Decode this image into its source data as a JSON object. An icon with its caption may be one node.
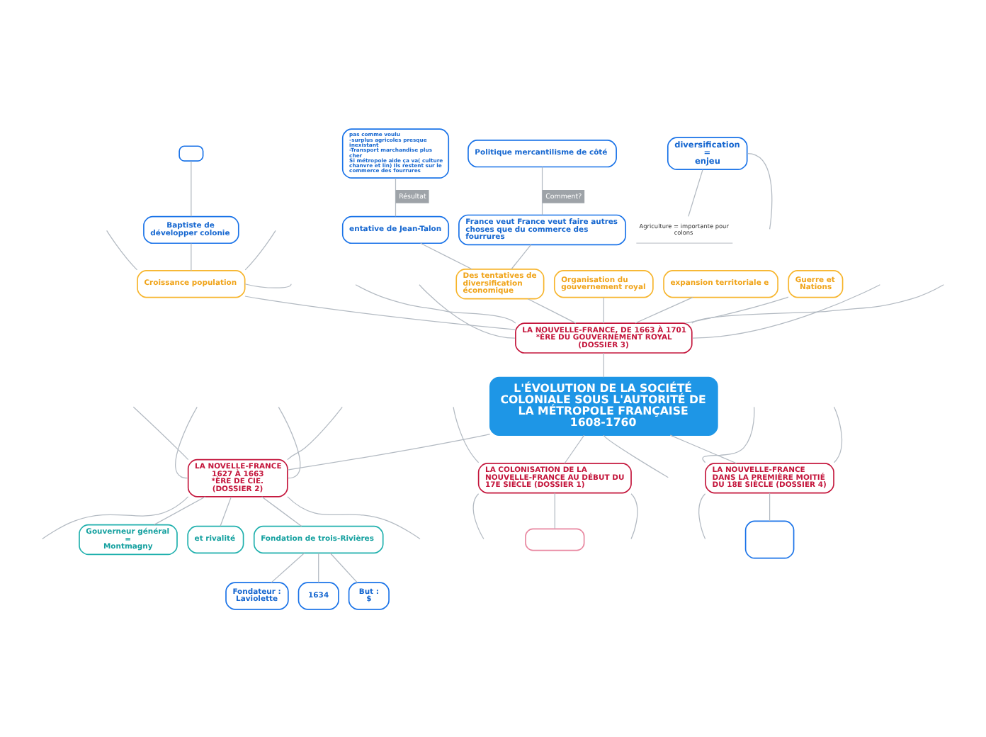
{
  "diagram": {
    "nodes": [
      {
        "text": [
          "L'ÉVOLUTION DE LA SOCIÉTÉ COLONIALE SOUS L'AUTORITÉ DE LA MÉTROPOLE FRANÇAISE 1608-1760"
        ]
      },
      {
        "text": [
          "LA NOUVELLE-FRANCE, DE 1663 À 1701 *ÈRE DU GOUVERNEMENT ROYAL (DOSSIER 3)"
        ]
      },
      {
        "text": [
          "LA NOVELLE-FRANCE 1627 À 1663 *ÈRE DE CIE. (DOSSIER 2)"
        ]
      },
      {
        "text": [
          "LA COLONISATION DE LA NOUVELLE-FRANCE AU DÉBUT DU 17E SIÈCLE (DOSSIER 1)"
        ]
      },
      {
        "text": [
          "LA NOUVELLE-FRANCE DANS LA PREMIÈRE MOITIÉ DU 18E SIÈCLE (DOSSIER 4)"
        ]
      },
      {
        "text": [
          "Organisation du gouvernement royal"
        ]
      },
      {
        "text": [
          "expansion territoriale e"
        ]
      },
      {
        "text": [
          "Guerre et Nations"
        ]
      },
      {
        "text": [
          "Croissance population"
        ]
      },
      {
        "text": [
          "Des tentatives de diversification économique"
        ]
      },
      {
        "text": [
          "France veut France veut faire autres choses que du commerce des fourrures"
        ]
      },
      {
        "text": [
          "Politique mercantilisme de côté"
        ]
      },
      {
        "text": [
          "entative de Jean-Talon"
        ]
      },
      {
        "text": [
          "pas comme voulu",
          "-surplus agricoles presque inexistant",
          "-Transport marchandise plus cher",
          "Si métropole aide ça va( culture chanvre et lin) Ils restent sur le commerce des fourrures"
        ]
      },
      {
        "text": [
          "Baptiste de développer colonie"
        ]
      },
      {
        "text": [],
        "shape": "box"
      },
      {
        "text": [
          "Fondation de trois-Rivières"
        ]
      },
      {
        "text": [
          "Fondateur : Laviolette"
        ]
      },
      {
        "text": [
          "1634"
        ]
      },
      {
        "text": [
          "But : $"
        ]
      },
      {
        "text": [
          "Gouverneur général = Montmagny"
        ]
      },
      {
        "text": [
          "et rivalité"
        ]
      },
      {
        "text": [],
        "shape": "box"
      },
      {
        "text": [],
        "shape": "box"
      },
      {
        "text": [
          "diversification = enjeu"
        ]
      },
      {
        "text": [
          "Agriculture = importante pour colons"
        ]
      }
    ],
    "edges": [
      {
        "from": 1,
        "to": 0,
        "arrow": "none"
      },
      {
        "from": 0,
        "to": 2,
        "arrow": "none"
      },
      {
        "from": 0,
        "to": 3,
        "arrow": "none"
      },
      {
        "from": 0,
        "to": 4,
        "arrow": "none"
      },
      {
        "from": 0,
        "to": null,
        "arrow": "none"
      },
      {
        "from": 5,
        "to": 1,
        "arrow": "none"
      },
      {
        "from": 6,
        "to": 1,
        "arrow": "none"
      },
      {
        "from": 7,
        "to": 1,
        "arrow": "none"
      },
      {
        "from": 8,
        "to": 1,
        "arrow": "none"
      },
      {
        "from": 9,
        "to": 1,
        "arrow": "none"
      },
      {
        "from": null,
        "to": 1,
        "arrow": "none"
      },
      {
        "from": null,
        "to": 1,
        "arrow": "none"
      },
      {
        "from": null,
        "to": 1,
        "arrow": "none"
      },
      {
        "from": null,
        "to": 1,
        "arrow": "none"
      },
      {
        "from": 14,
        "to": 8,
        "arrow": "none"
      },
      {
        "from": null,
        "to": 8,
        "arrow": "none"
      },
      {
        "from": null,
        "to": 8,
        "arrow": "none"
      },
      {
        "from": 8,
        "to": null,
        "arrow": "none"
      },
      {
        "from": 15,
        "to": 14,
        "arrow": "none"
      },
      {
        "from": 10,
        "to": 9,
        "arrow": "none"
      },
      {
        "from": 11,
        "to": 10,
        "label": "Comment?",
        "arrow": "none"
      },
      {
        "from": 12,
        "to": 9,
        "arrow": "none"
      },
      {
        "from": 13,
        "to": 12,
        "label": "Résultat",
        "arrow": "none"
      },
      {
        "from": 2,
        "to": 16,
        "arrow": "none"
      },
      {
        "from": 16,
        "to": 17,
        "arrow": "none"
      },
      {
        "from": 16,
        "to": 18,
        "arrow": "none"
      },
      {
        "from": 16,
        "to": 19,
        "arrow": "none"
      },
      {
        "from": 2,
        "to": 20,
        "arrow": "none"
      },
      {
        "from": 2,
        "to": 21,
        "arrow": "none"
      },
      {
        "from": null,
        "to": 2,
        "arrow": "none"
      },
      {
        "from": null,
        "to": 2,
        "arrow": "none"
      },
      {
        "from": null,
        "to": 2,
        "arrow": "none"
      },
      {
        "from": null,
        "to": 2,
        "arrow": "none"
      },
      {
        "from": 2,
        "to": null,
        "arrow": "none"
      },
      {
        "from": 2,
        "to": null,
        "arrow": "none"
      },
      {
        "from": 3,
        "to": 22,
        "arrow": "none"
      },
      {
        "from": 3,
        "to": null,
        "arrow": "none"
      },
      {
        "from": 3,
        "to": null,
        "arrow": "none"
      },
      {
        "from": null,
        "to": 3,
        "arrow": "none"
      },
      {
        "from": 4,
        "to": 23,
        "arrow": "none"
      },
      {
        "from": null,
        "to": 4,
        "arrow": "none"
      },
      {
        "from": null,
        "to": 4,
        "arrow": "none"
      },
      {
        "from": 4,
        "to": null,
        "arrow": "none"
      },
      {
        "from": 24,
        "to": null,
        "arrow": "none"
      },
      {
        "from": 24,
        "to": 25,
        "arrow": "none"
      }
    ]
  }
}
